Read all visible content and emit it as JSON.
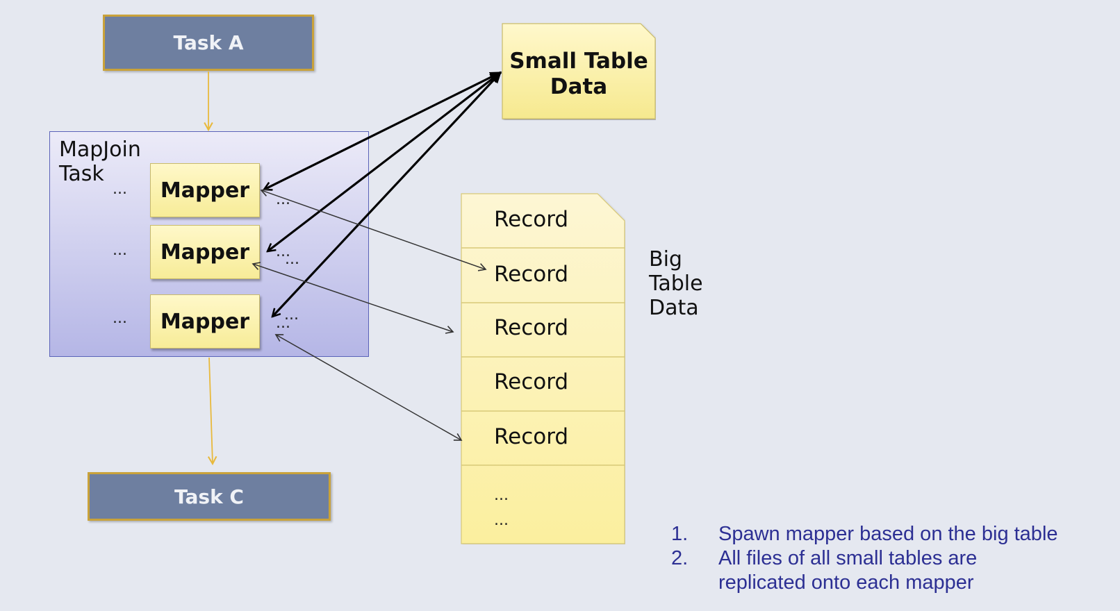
{
  "tasks": {
    "task_a": "Task A",
    "task_c": "Task C"
  },
  "mapjoin": {
    "title": "MapJoin Task",
    "mappers": [
      "Mapper",
      "Mapper",
      "Mapper"
    ],
    "ellipsis": "..."
  },
  "small_table": {
    "label": "Small Table Data"
  },
  "big_table": {
    "label": "Big Table Data",
    "records": [
      "Record",
      "Record",
      "Record",
      "Record",
      "Record"
    ],
    "tail": [
      "...",
      "..."
    ]
  },
  "notes": [
    {
      "num": "1.",
      "text": "Spawn mapper based on the big table"
    },
    {
      "num": "2.",
      "text": "All files of all small tables are replicated onto each mapper"
    }
  ],
  "colors": {
    "background": "#e5e8f0",
    "task_fill": "#6e7fa0",
    "task_border": "#c9a23a",
    "note_text": "#2c2f93",
    "flow_arrow": "#e8b93c",
    "mapper_fill": "#f7ec98"
  }
}
